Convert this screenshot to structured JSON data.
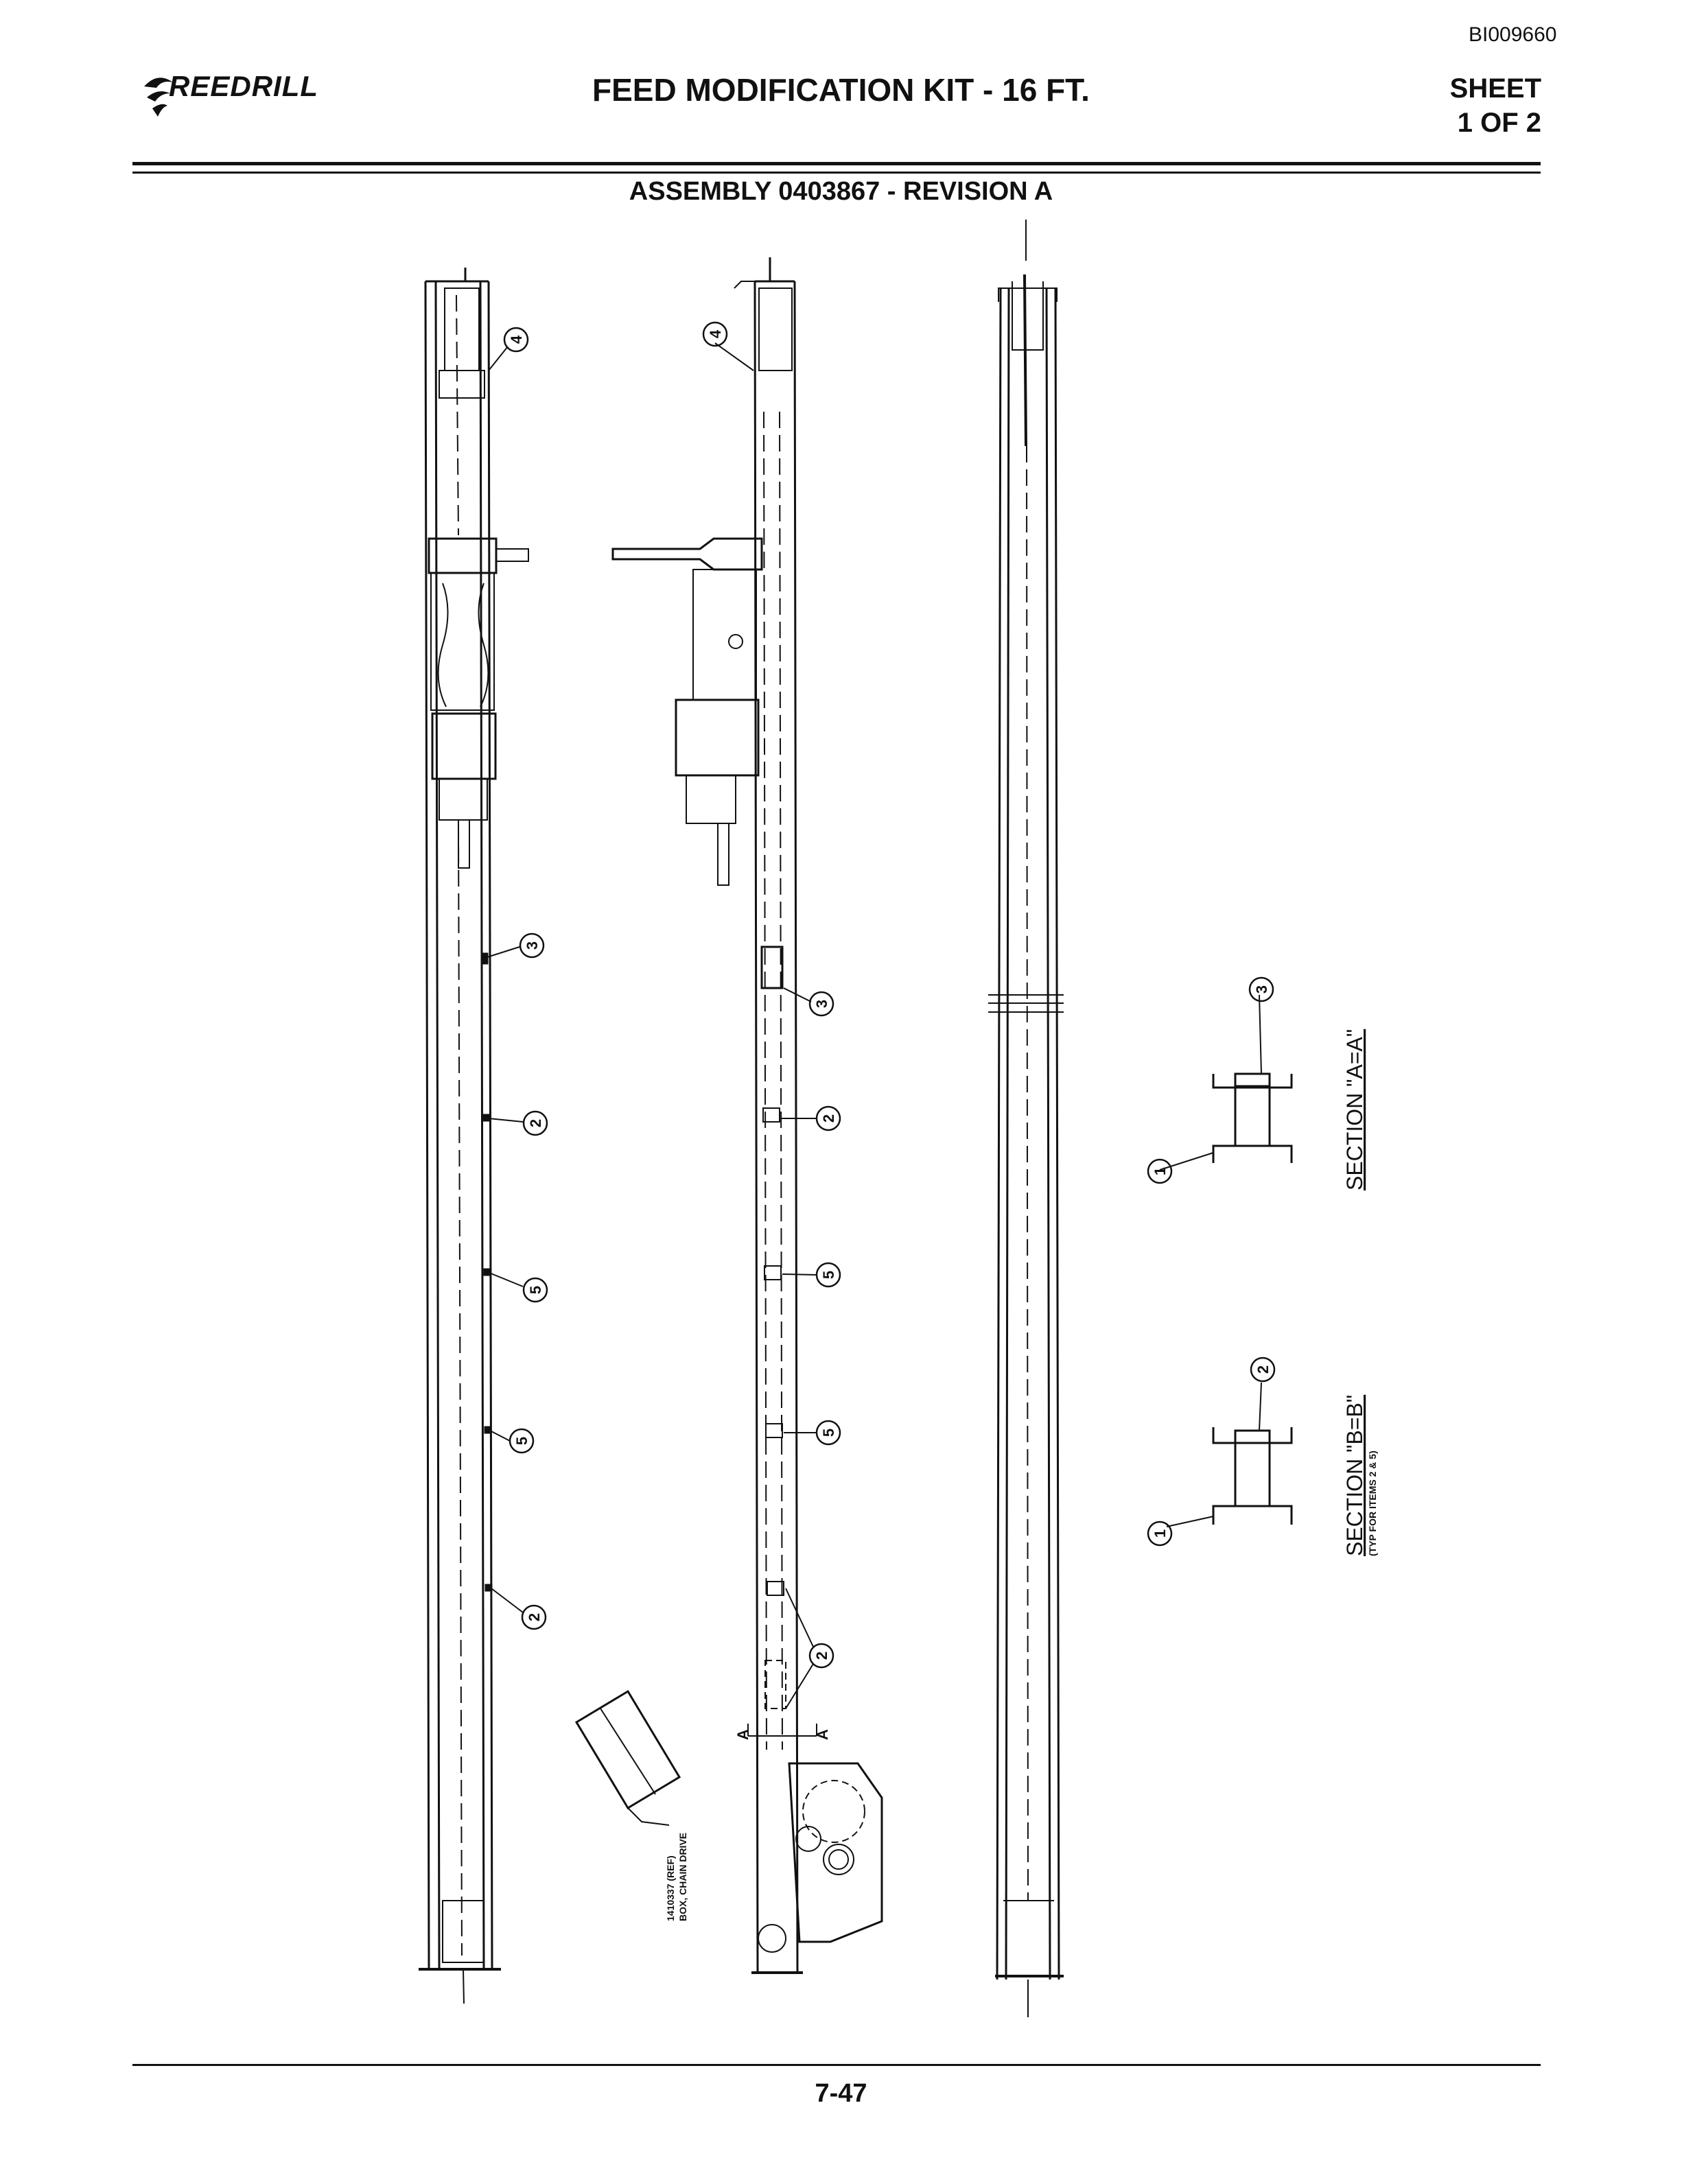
{
  "header": {
    "doc_id": "BI009660",
    "logo_text": "REEDRILL",
    "title": "FEED MODIFICATION KIT - 16 FT.",
    "sheet_line1": "SHEET",
    "sheet_line2": "1 OF 2",
    "subtitle": "ASSEMBLY 0403867 - REVISION A"
  },
  "drawing": {
    "callouts": {
      "c4": "4",
      "c3": "3",
      "c2": "2",
      "c5": "5",
      "c1": "1",
      "cA": "A"
    },
    "ref_note_line1": "1410337 (REF)",
    "ref_note_line2": "BOX, CHAIN DRIVE",
    "section_a": "SECTION \"A=A\"",
    "section_b": "SECTION \"B=B\"",
    "section_b_note": "(TYP FOR ITEMS 2 & 5)"
  },
  "footer": {
    "page_number": "7-47"
  }
}
